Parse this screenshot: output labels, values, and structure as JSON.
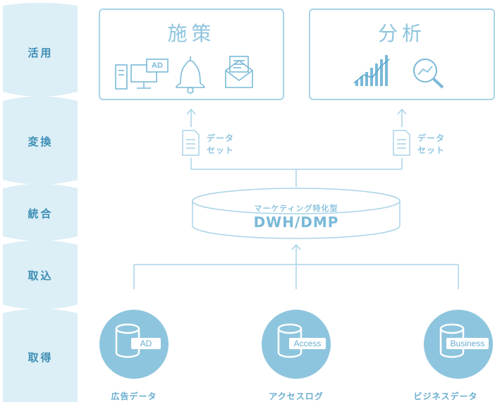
{
  "stages": [
    "活用",
    "変換",
    "統合",
    "取込",
    "取得"
  ],
  "panels": {
    "left_title": "施策",
    "right_title": "分析",
    "ad_badge": "AD"
  },
  "dataset": {
    "line1": "データ",
    "line2": "セット"
  },
  "dwh": {
    "caption": "マーケティング特化型",
    "title": "DWH/DMP"
  },
  "sources": [
    {
      "tag": "AD",
      "label": "広告データ"
    },
    {
      "tag": "Access",
      "label": "アクセスログ"
    },
    {
      "tag": "Business",
      "label": "ビジネスデータ"
    }
  ],
  "colors": {
    "stage_band": "#dceef6",
    "line": "#a9d3e8",
    "accent": "#7ab9d8",
    "circle": "#8ec5de",
    "stage_text": "#3d8eb5"
  }
}
